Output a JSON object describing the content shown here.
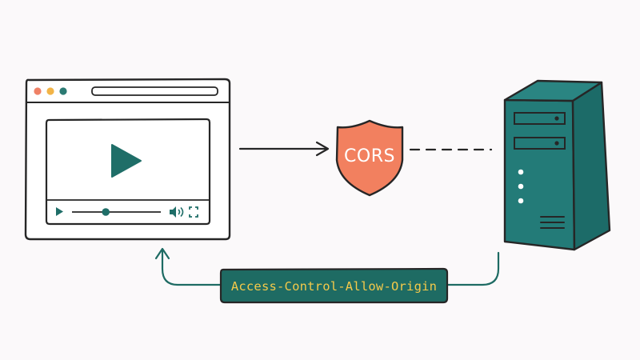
{
  "shield": {
    "label": "CORS",
    "fill": "#f2805f",
    "text_color": "#ffffff"
  },
  "response_header": {
    "label": "Access-Control-Allow-Origin",
    "fill": "#1e6b63",
    "text_color": "#f4c94a"
  },
  "browser": {
    "window_dots": [
      "#ef8166",
      "#f2b447",
      "#2b7a73"
    ],
    "video_player": {
      "play_icon": "play-icon",
      "controls": [
        "play-icon",
        "progress-slider",
        "volume-icon",
        "fullscreen-icon"
      ],
      "progress": 0.38
    }
  },
  "server": {
    "icon": "server-tower-icon",
    "fill": "#237b78",
    "shade": "#1c6b68"
  },
  "colors": {
    "ink": "#262626",
    "teal": "#1e6b63",
    "background": "#fbf9fa"
  }
}
